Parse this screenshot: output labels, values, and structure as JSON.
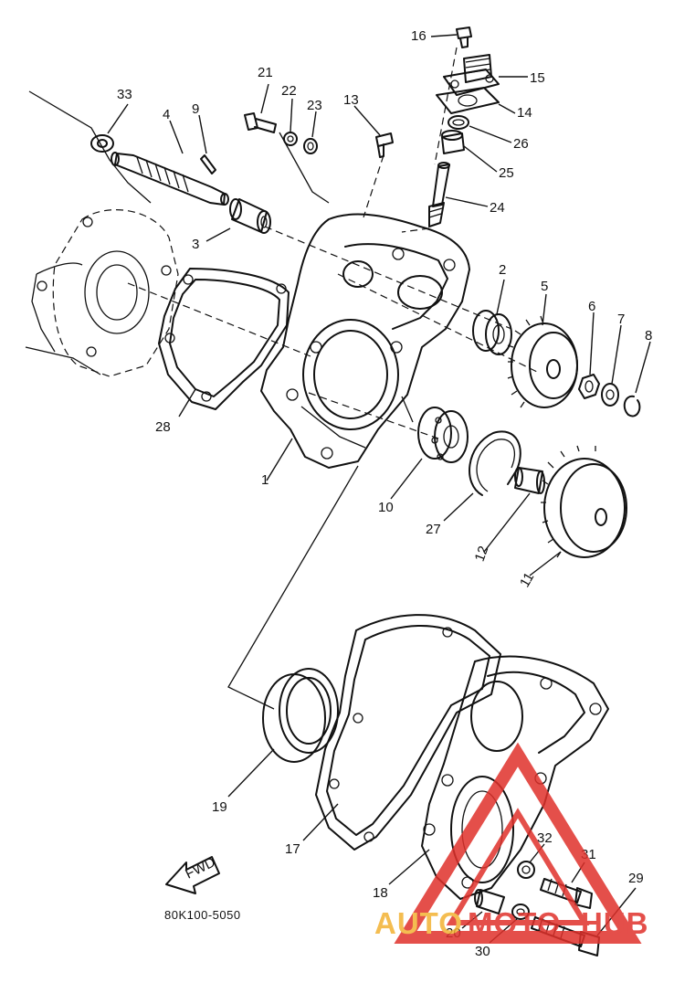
{
  "diagram": {
    "callouts": [
      {
        "id": "1",
        "label": "1"
      },
      {
        "id": "2",
        "label": "2"
      },
      {
        "id": "3",
        "label": "3"
      },
      {
        "id": "4",
        "label": "4"
      },
      {
        "id": "5",
        "label": "5"
      },
      {
        "id": "6",
        "label": "6"
      },
      {
        "id": "7",
        "label": "7"
      },
      {
        "id": "8",
        "label": "8"
      },
      {
        "id": "9",
        "label": "9"
      },
      {
        "id": "10",
        "label": "10"
      },
      {
        "id": "11",
        "label": "11"
      },
      {
        "id": "12",
        "label": "12"
      },
      {
        "id": "13",
        "label": "13"
      },
      {
        "id": "14",
        "label": "14"
      },
      {
        "id": "15",
        "label": "15"
      },
      {
        "id": "16",
        "label": "16"
      },
      {
        "id": "17",
        "label": "17"
      },
      {
        "id": "18",
        "label": "18"
      },
      {
        "id": "19",
        "label": "19"
      },
      {
        "id": "20",
        "label": "20"
      },
      {
        "id": "21",
        "label": "21"
      },
      {
        "id": "22",
        "label": "22"
      },
      {
        "id": "23",
        "label": "23"
      },
      {
        "id": "24",
        "label": "24"
      },
      {
        "id": "25",
        "label": "25"
      },
      {
        "id": "26",
        "label": "26"
      },
      {
        "id": "27",
        "label": "27"
      },
      {
        "id": "28",
        "label": "28"
      },
      {
        "id": "29",
        "label": "29"
      },
      {
        "id": "30",
        "label": "30"
      },
      {
        "id": "31",
        "label": "31"
      },
      {
        "id": "32",
        "label": "32"
      },
      {
        "id": "33",
        "label": "33"
      }
    ],
    "fwd_label": "FWD",
    "diagram_code": "80K100-5050"
  },
  "watermark": {
    "part1": "AUTO",
    "part2": "MOTO",
    "part3": "HUB",
    "color_primary": "#e0312b",
    "color_secondary": "#f3b233"
  }
}
